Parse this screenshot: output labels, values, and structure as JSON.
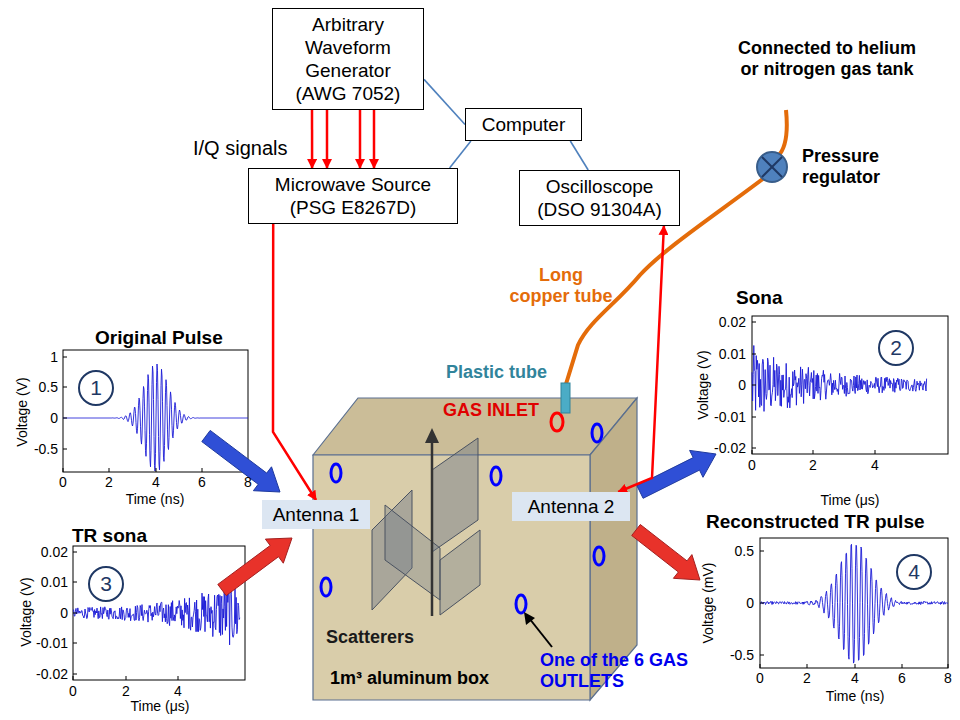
{
  "diagram": {
    "nodes": [
      {
        "text": [
          "Arbitrary Waveform Generator (AWG 7052)"
        ]
      },
      {
        "text": [
          "Computer"
        ]
      },
      {
        "text": [
          "Microwave Source (PSG E8267D)"
        ]
      },
      {
        "text": [
          "Oscilloscope (DSO 91304A)"
        ]
      },
      {
        "text": [
          "Antenna 1"
        ]
      },
      {
        "text": [
          "Antenna 2"
        ]
      }
    ],
    "edges": [
      {
        "from": 0,
        "to": 2,
        "arrow": "to",
        "label": "I/Q signals"
      },
      {
        "from": 0,
        "to": 1,
        "arrow": "none"
      },
      {
        "from": 1,
        "to": 2,
        "arrow": "none"
      },
      {
        "from": 1,
        "to": 3,
        "arrow": "none"
      },
      {
        "from": 2,
        "to": 4,
        "arrow": "to"
      },
      {
        "from": 5,
        "to": 3,
        "arrow": "both"
      }
    ],
    "labels": [
      "Connected to helium or nitrogen gas tank",
      "Pressure regulator",
      "Long copper tube",
      "Plastic tube",
      "GAS INLET",
      "Scatterers",
      "1m³ aluminum box",
      "One of the 6 GAS OUTLETS",
      "Original Pulse",
      "1",
      "Voltage (V)",
      "Time (ns)",
      "1",
      "0.5",
      "0",
      "-0.5",
      "0",
      "2",
      "4",
      "6",
      "8",
      "Sona",
      "2",
      "Voltage (V)",
      "Time (μs)",
      "0.02",
      "0.01",
      "0",
      "-0.01",
      "-0.02",
      "0",
      "2",
      "4",
      "TR sona",
      "3",
      "Voltage (V)",
      "Time (μs)",
      "0.02",
      "0.01",
      "0",
      "-0.01",
      "-0.02",
      "0",
      "2",
      "4",
      "Reconstructed TR pulse",
      "4",
      "Voltage (mV)",
      "Time (ns)",
      "0.5",
      "0",
      "-0.5",
      "0",
      "2",
      "4",
      "6",
      "8"
    ]
  }
}
